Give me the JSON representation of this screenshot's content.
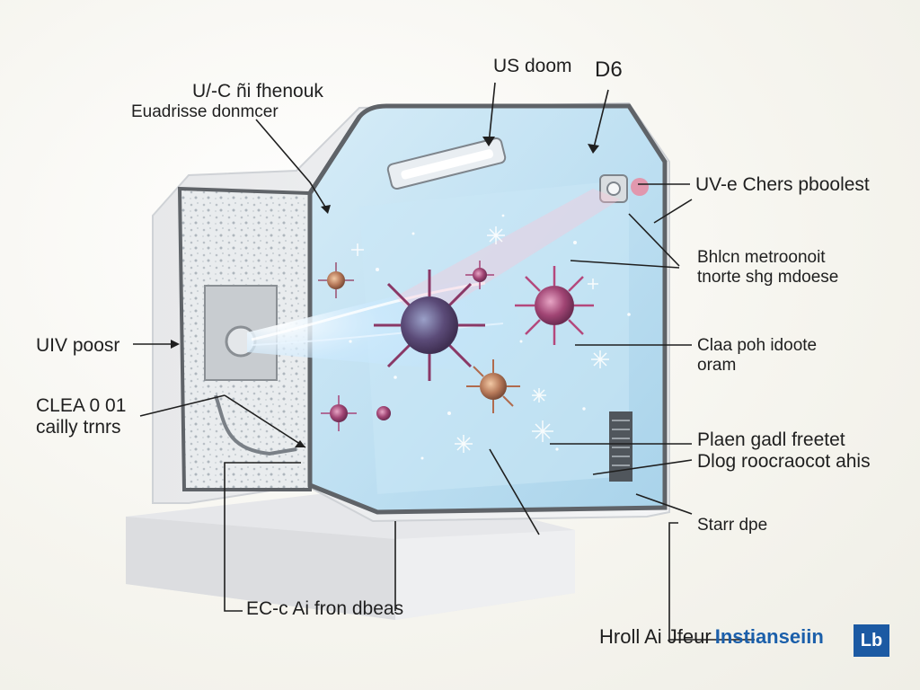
{
  "labels": {
    "uvc_lamp_l1": "U/-C ñi fhenouk",
    "uvc_lamp_l2": "Euadrisse donmcer",
    "us_doom": "US doom",
    "d6": "D6",
    "uve_sensor": "UV-e Chers pboolest",
    "bhlcn_l1": "Bhlcn metroonoit",
    "bhlcn_l2": "tnorte shg mdoese",
    "uv_power": "UIV poosr",
    "clea_l1": "CLEA 0 01",
    "clea_l2": "cailly trnrs",
    "claa_l1": "Claa poh idoote",
    "claa_l2": "oram",
    "plaen_l1": "Plaen gadl freetet",
    "plaen_l2": "Dlog roocraocot ahis",
    "start_dpe": "Starr dpe",
    "air_fron": "EC-c Ai fron dbeas"
  },
  "brand": {
    "text": "Hroll Ai Jfeur",
    "highlight": "Instianseiin",
    "logo": "Lb"
  },
  "colors": {
    "chamber_blue": "#bfe0f2",
    "frame_gray": "#5f6368",
    "virus_pink": "#c25a8a",
    "brand_blue": "#1b5faa"
  }
}
